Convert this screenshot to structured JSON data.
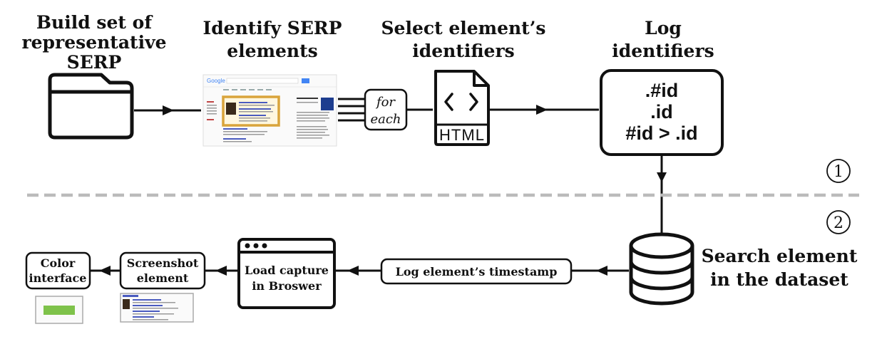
{
  "stages_top": {
    "build": [
      "Build set of",
      "representative",
      "SERP"
    ],
    "identify": [
      "Identify SERP",
      "elements"
    ],
    "select": [
      "Select element’s",
      "identifiers"
    ],
    "log": [
      "Log",
      "identifiers"
    ]
  },
  "for_each": [
    "for",
    "each"
  ],
  "html_icon_label": "HTML",
  "identifiers": [
    ".#id",
    ".id",
    "#id > .id"
  ],
  "step_markers": [
    "1",
    "2"
  ],
  "search_title": [
    "Search element",
    "in the dataset"
  ],
  "bottom_boxes": {
    "log_timestamp": "Log element’s timestamp",
    "load_capture": [
      "Load capture",
      "in Broswer"
    ],
    "screenshot": [
      "Screenshot",
      "element"
    ],
    "color": [
      "Color",
      "interface"
    ]
  },
  "colors": {
    "highlight_border": "#d9a43b",
    "color_swatch": "#7ec24a",
    "divider": "#bbbbbb"
  },
  "icons": [
    "folder-icon",
    "serp-thumbnail",
    "html-file-icon",
    "browser-window-icon",
    "database-icon",
    "element-thumbnail"
  ]
}
